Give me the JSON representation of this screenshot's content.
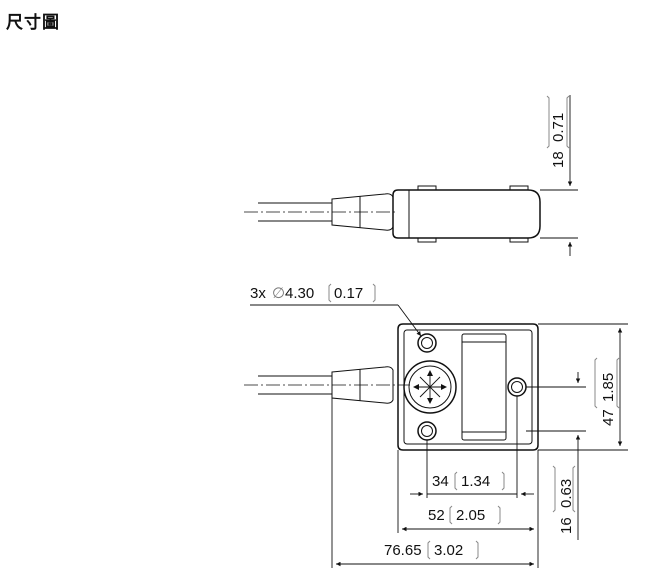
{
  "page": {
    "title": "尺寸圖"
  },
  "dimensions": {
    "height_side": {
      "mm": "18",
      "inch": "0.71"
    },
    "hole": {
      "prefix": "3x",
      "symbol": "∅",
      "mm": "4.30",
      "inch": "0.17"
    },
    "height_front": {
      "mm": "47",
      "inch": "1.85"
    },
    "hole_offset": {
      "mm": "16",
      "inch": "0.63"
    },
    "hole_spacing": {
      "mm": "34",
      "inch": "1.34"
    },
    "width": {
      "mm": "52",
      "inch": "2.05"
    },
    "overall": {
      "mm": "76.65",
      "inch": "3.02"
    }
  },
  "colors": {
    "line": "#111111",
    "bracket": "#888888",
    "background": "#ffffff"
  }
}
